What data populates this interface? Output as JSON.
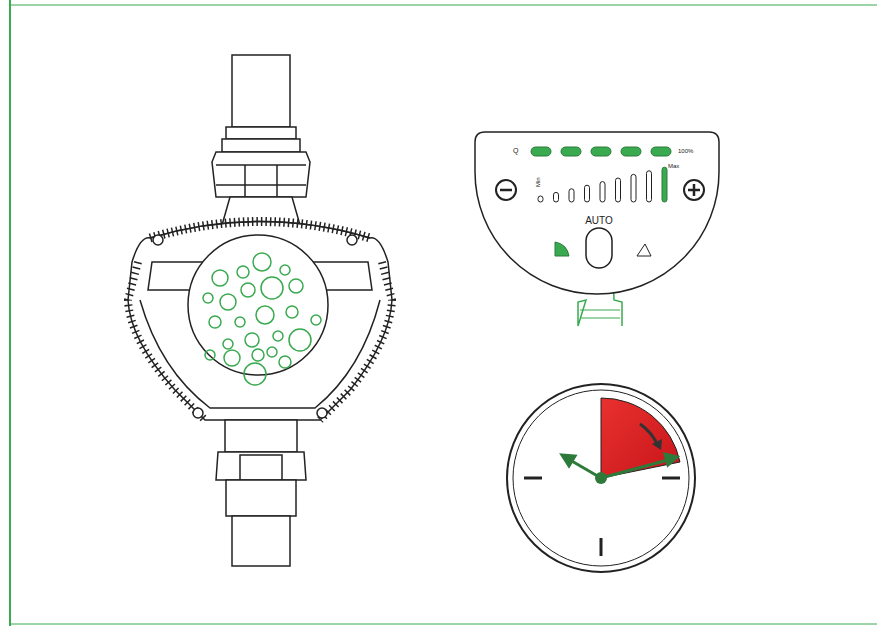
{
  "diagram": {
    "nodes": [
      {
        "text": [
          "Q",
          "100%",
          "Min",
          "Max",
          "AUTO"
        ]
      }
    ]
  }
}
